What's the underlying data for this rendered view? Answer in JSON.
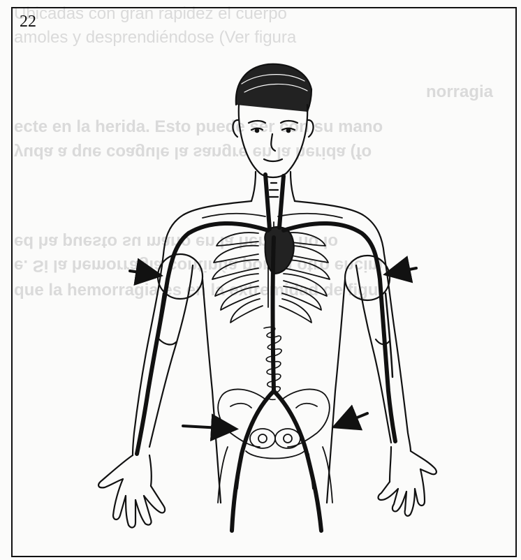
{
  "figure": {
    "number": "22"
  },
  "bleed_through": {
    "line_1": "Ubicadas con gran rapidez el cuerpo",
    "line_2": "amoles y desprendiéndose (Ver figura",
    "heading": "norragia",
    "line_3": "ecte en la herida. Esto puede ser con su mano",
    "line_4": "yuda a que coagule la sangre en la herida (fo",
    "line_5": "ed ha puesto su mano en la herida, no lo",
    "line_6": "e. Si la hemorragia continúa ponga otro encim",
    "line_7": "que la hemorragia es en la extremidad de figu"
  },
  "colors": {
    "ink": "#111111",
    "paper": "#fbfbfa",
    "bleed": "#c9c9c9"
  },
  "icons": {
    "pressure_arrow": "arrow-icon"
  }
}
